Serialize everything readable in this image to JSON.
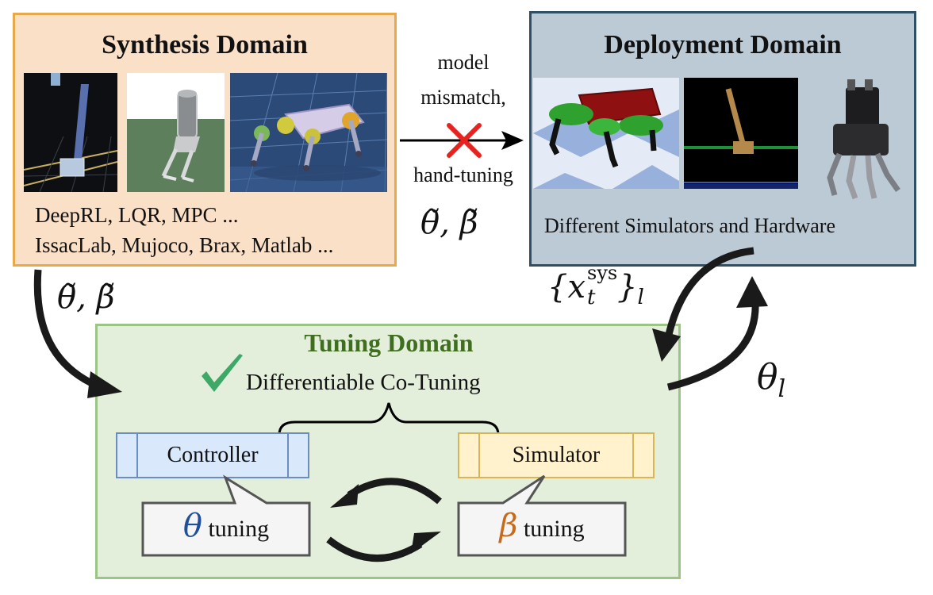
{
  "synthesis": {
    "title": "Synthesis Domain",
    "methods": "DeepRL, LQR, MPC ...",
    "tools": "IssacLab, Mujoco, Brax, Matlab ...",
    "fill": "#fbe0c8",
    "border": "#e7a94a"
  },
  "deployment": {
    "title": "Deployment Domain",
    "caption": "Different Simulators and Hardware",
    "fill": "#bccad6",
    "border": "#2f4f66"
  },
  "tuning": {
    "title": "Tuning Domain",
    "subtitle": "Differentiable Co-Tuning",
    "fill": "#e3efdb",
    "border": "#9cc486",
    "title_color": "#3f6e1f",
    "check_color": "#3ea866"
  },
  "transfer": {
    "line1": "model",
    "line2": "mismatch,",
    "line3": "hand-tuning",
    "cross_color": "#e8231f"
  },
  "blocks": {
    "controller": "Controller",
    "simulator": "Simulator",
    "controller_fill": "#dae8fc",
    "controller_border": "#6c8ebf",
    "simulator_fill": "#fff2cc",
    "simulator_border": "#d6b656"
  },
  "callouts": {
    "theta_symbol": "θ",
    "beta_symbol": "β",
    "word": "tuning",
    "theta_color": "#1f4e9a",
    "beta_color": "#c96a1a"
  },
  "labels": {
    "params_tilde": "θ̃,  β̃",
    "system_data": "{x",
    "system_data_sub": "t",
    "system_data_sup": "sys",
    "system_data_close": "}",
    "system_data_idx": "l",
    "theta_l": "θ",
    "theta_l_sub": "l"
  },
  "icons": [
    "pole-robot-image",
    "biped-leg-image",
    "quadruped-sim-image",
    "quadruped-red-image",
    "cartpole-image",
    "real-robot-image",
    "check-icon"
  ]
}
